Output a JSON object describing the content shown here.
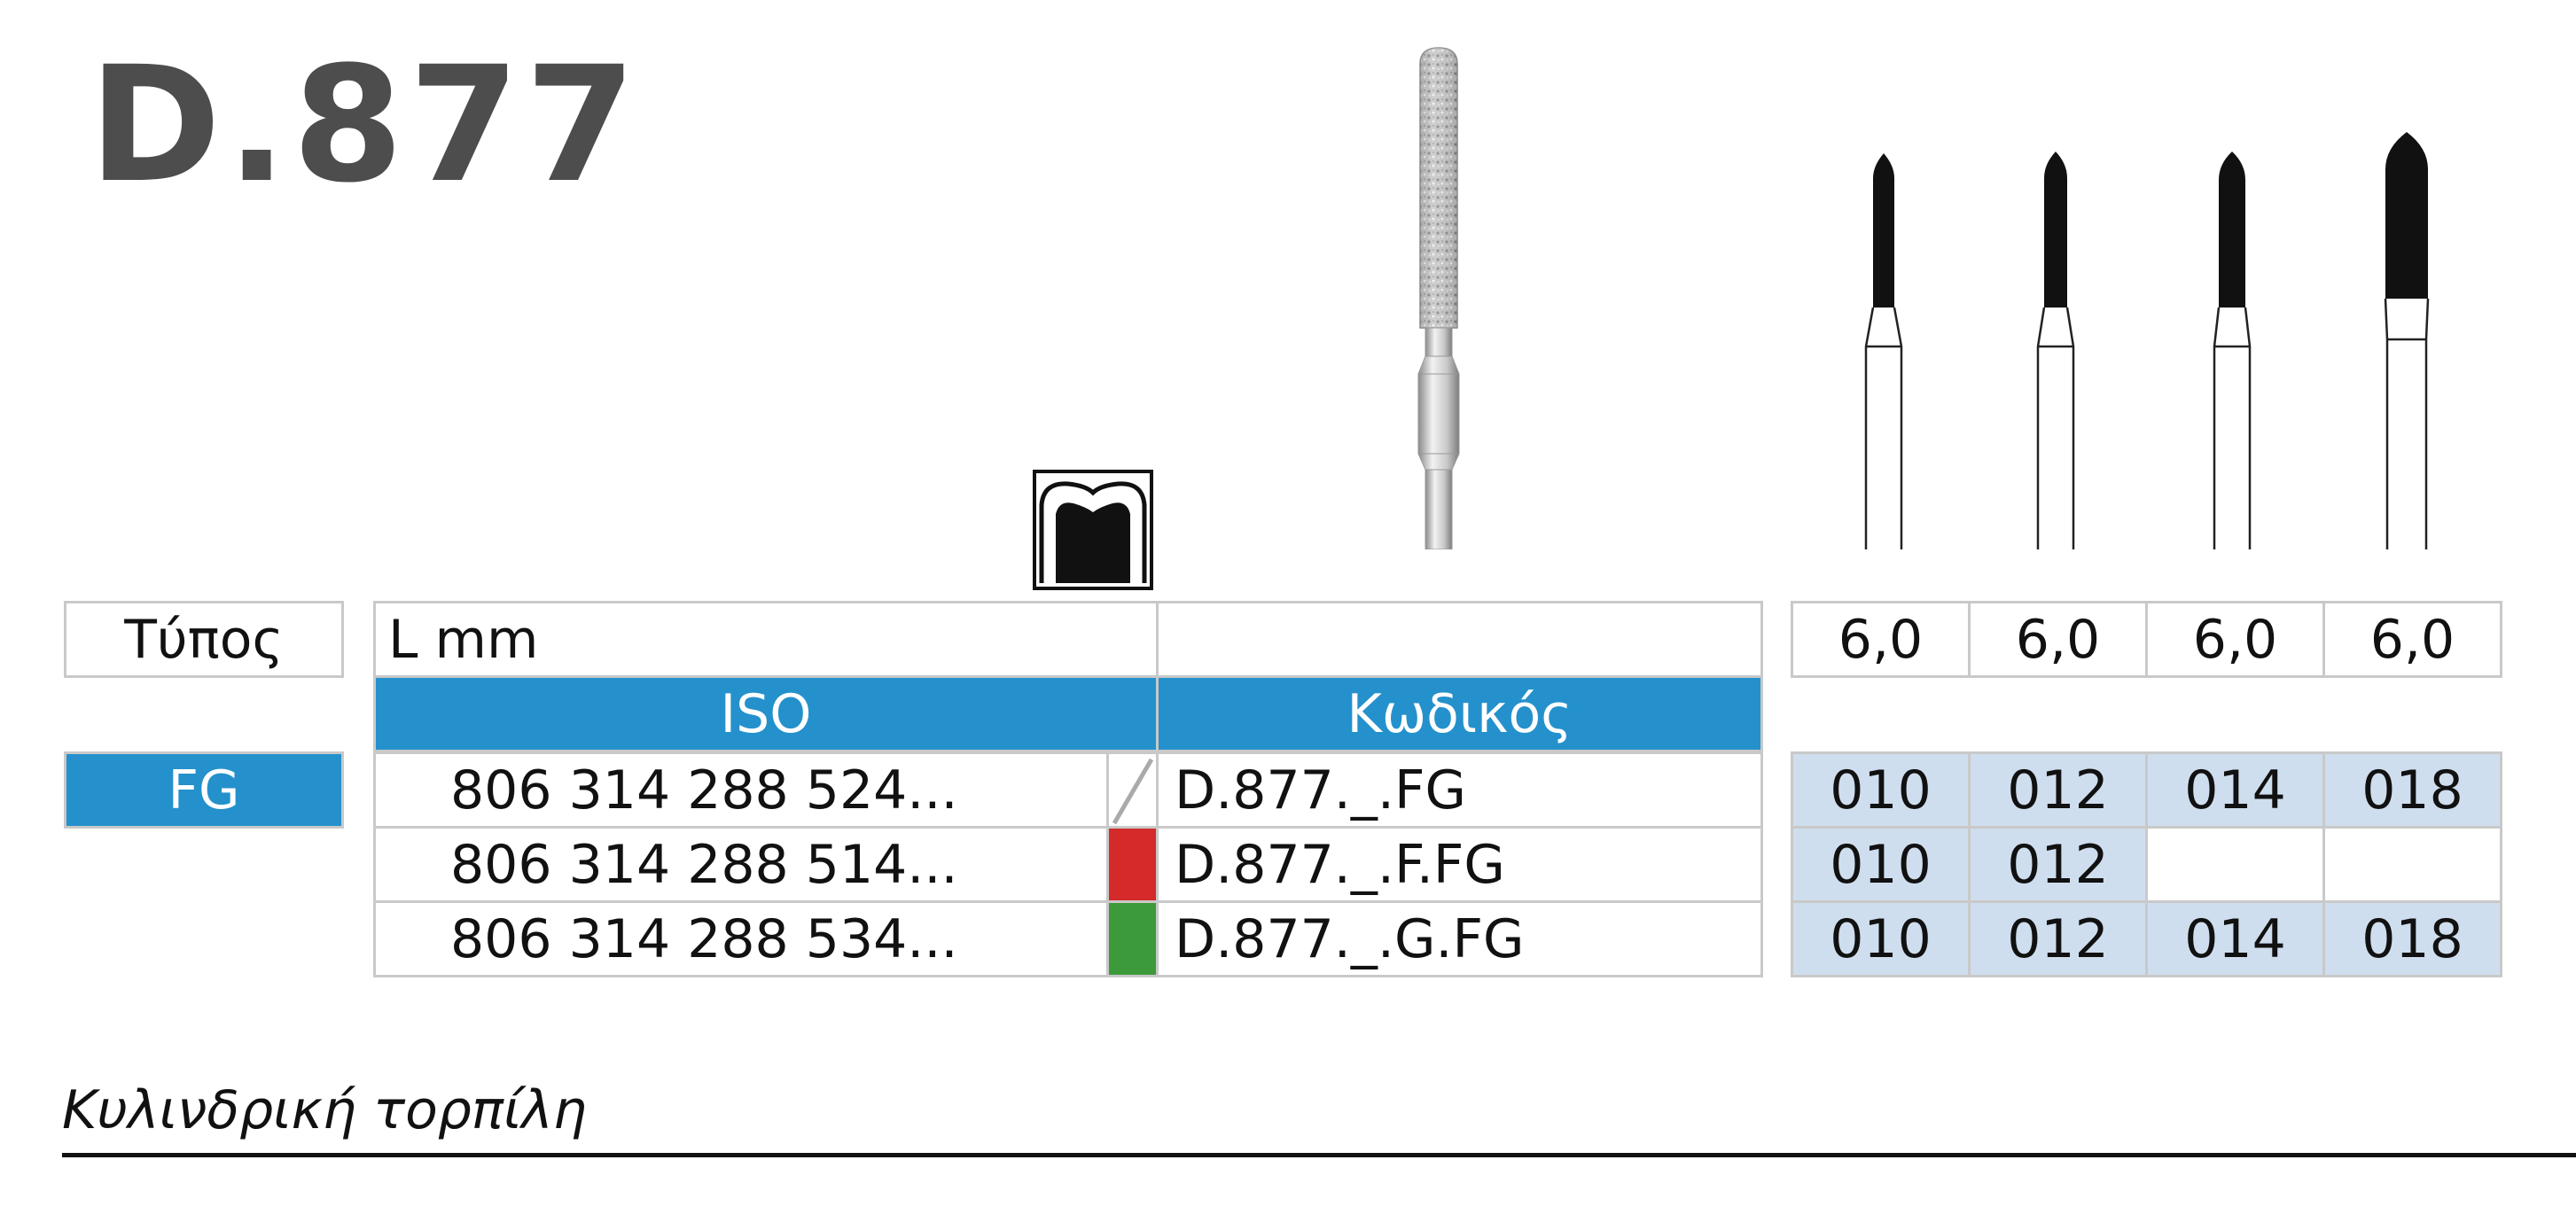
{
  "title": "D.877",
  "table": {
    "type_label": "Τύπος",
    "length_label": "L mm",
    "iso_header": "ISO",
    "code_header": "Κωδικός",
    "shank_label": "FG",
    "rows": [
      {
        "iso": "806 314 288 524...",
        "grit_color": null,
        "code": "D.877._.FG"
      },
      {
        "iso": "806 314 288 514...",
        "grit_color": "#d42a2a",
        "code": "D.877._.F.FG"
      },
      {
        "iso": "806 314 288 534...",
        "grit_color": "#3d9a3a",
        "code": "D.877._.G.FG"
      }
    ],
    "lengths": [
      "6,0",
      "6,0",
      "6,0",
      "6,0"
    ],
    "sizes": [
      [
        "010",
        "012",
        "014",
        "018"
      ],
      [
        "010",
        "012",
        "",
        ""
      ],
      [
        "010",
        "012",
        "014",
        "018"
      ]
    ]
  },
  "icons": {
    "application": "tooth-crown-icon",
    "product": "diamond-bur-image",
    "profiles": "bur-profile-icon"
  },
  "colors": {
    "header_blue": "#2491cc",
    "size_fill": "#cfdeee",
    "border": "#c9c9c9"
  },
  "subtitle": "Κυλινδρική τορπίλη"
}
